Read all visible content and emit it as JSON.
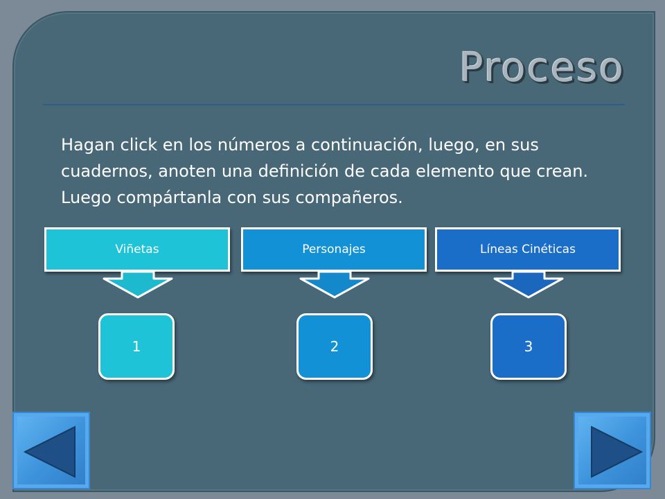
{
  "slide": {
    "title": "Proceso",
    "instructions": "Hagan click en los números a continuación, luego, en sus cuadernos, anoten una definición de cada elemento que crean. Luego compártanla con sus compañeros."
  },
  "steps": [
    {
      "label": "Viñetas",
      "number": "1",
      "color": "#1fc3d8",
      "arrow_color": "#1db9cf"
    },
    {
      "label": "Personajes",
      "number": "2",
      "color": "#1391d6",
      "arrow_color": "#1389cc"
    },
    {
      "label": "Líneas Cinéticas",
      "number": "3",
      "color": "#1a6ec8",
      "arrow_color": "#1a67bd"
    }
  ],
  "navigation": {
    "previous_icon": "left-triangle-icon",
    "next_icon": "right-triangle-icon",
    "accent": "#3d93db"
  }
}
